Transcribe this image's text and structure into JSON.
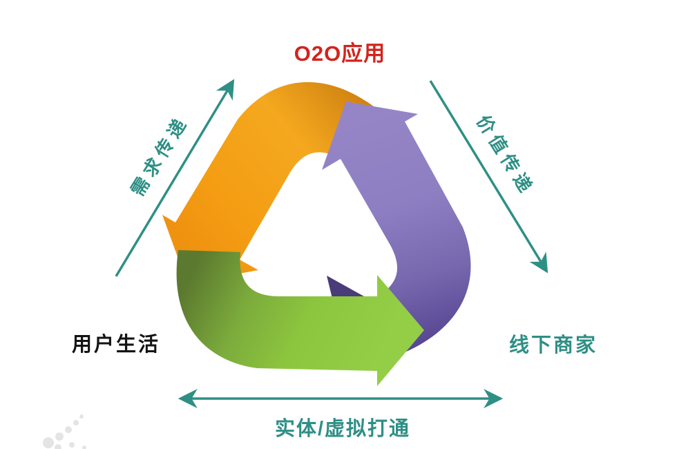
{
  "page": {
    "background": "#ffffff"
  },
  "nodes": {
    "top": "O2O应用",
    "left": "用户生活",
    "right": "线下商家"
  },
  "edges": {
    "left_diagonal": {
      "label": "需求传递",
      "direction": "up-toward-top-node"
    },
    "right_diagonal": {
      "label": "价值传递",
      "direction": "down-toward-right-node"
    },
    "bottom": {
      "label": "实体/虚拟打通",
      "direction": "bidirectional"
    }
  },
  "cycle_arrows": [
    {
      "name": "orange-arrow",
      "color": "#f2a41e",
      "position": "top",
      "points": "down-left"
    },
    {
      "name": "purple-arrow",
      "color": "#8f7fc4",
      "position": "right",
      "points": "up-left"
    },
    {
      "name": "green-arrow",
      "color": "#8cc63e",
      "position": "bottom",
      "points": "right"
    }
  ],
  "colors": {
    "accent_teal": "#2e8f85",
    "title_red": "#d3231d",
    "text_black": "#141414",
    "orange": "#f2a41e",
    "purple": "#8f7fc4",
    "green": "#8cc63e"
  }
}
